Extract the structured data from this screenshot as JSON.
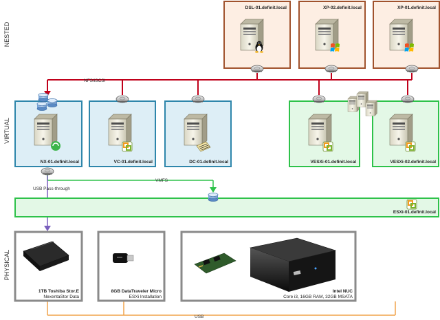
{
  "layers": {
    "nested": "NESTED",
    "virtual": "VIRTUAL",
    "physical": "PHYSICAL"
  },
  "connections": {
    "nfs": "NFS/iSCSI",
    "vmfs": "VMFS",
    "usb_passthrough": "USB Pass-through",
    "usb": "USB"
  },
  "nested": {
    "dsl": {
      "name": "DSL-01.definit.local",
      "os_icon": "linux-tux-icon"
    },
    "xp02": {
      "name": "XP-02.definit.local",
      "os_icon": "windows-logo-icon"
    },
    "xp01": {
      "name": "XP-01.definit.local",
      "os_icon": "windows-logo-icon"
    }
  },
  "virtual": {
    "nx": {
      "name": "NX-01.definit.local",
      "badge_icon": "nexentastor-icon"
    },
    "vc": {
      "name": "VC-01.definit.local",
      "badge_icon": "vmware-icon"
    },
    "dc": {
      "name": "DC-01.definit.local",
      "badge_icon": "directory-icon"
    },
    "vesxi1": {
      "name": "VESXi-01.definit.local",
      "badge_icon": "vmware-icon"
    },
    "vesxi2": {
      "name": "VESXi-02.definit.local",
      "badge_icon": "vmware-icon"
    }
  },
  "esxi_host": {
    "name": "ESXi-01.definit.local",
    "badge_icon": "vmware-icon"
  },
  "physical": {
    "toshiba": {
      "name": "1TB Toshiba Stor.E",
      "role": "NexentaStor Data"
    },
    "datatraveler": {
      "name": "8GB DataTraveler Micro",
      "role": "ESXi Installation"
    },
    "nuc": {
      "name": "Intel NUC",
      "specs": "Core i3, 16GB RAM, 32GB MSATA"
    }
  },
  "colors": {
    "nested_border": "#a0522d",
    "nested_fill": "#fdeee3",
    "virtual_border": "#2e86ab",
    "virtual_fill": "#ddeef6",
    "vesxi_border": "#2ec24a",
    "vesxi_fill": "#e3f8e6",
    "physical_border": "#8a8a8a",
    "physical_fill": "#ffffff",
    "nfs_line": "#c0001a",
    "vmfs_line": "#2ec24a",
    "usb_pass_line": "#7a5fbd",
    "usb_line": "#f0a34a"
  }
}
